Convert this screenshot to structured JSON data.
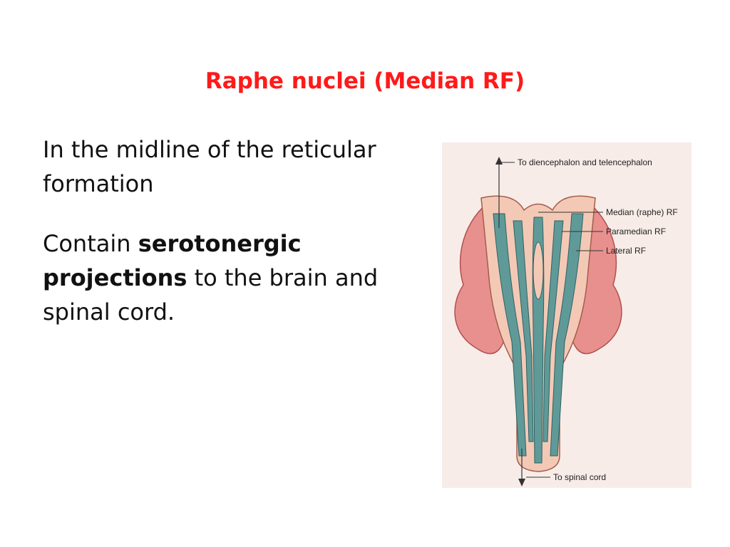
{
  "slide": {
    "title": "Raphe nuclei (Median RF)",
    "paragraph1": "In the midline of the reticular formation",
    "paragraph2": {
      "before": "Contain",
      "bold": "serotonergic projections",
      "after": "to the brain and spinal cord."
    }
  },
  "figure": {
    "labels": {
      "top": "To diencephalon and telencephalon",
      "median": "Median (raphe) RF",
      "paramedian": "Paramedian RF",
      "lateral": "Lateral RF",
      "bottom": "To spinal cord"
    },
    "colors": {
      "brainstem_fill": "#f3c9b6",
      "outer_fill": "#e8908e",
      "rf_columns": "#5f9a99",
      "background_tint": "#f7ece8"
    }
  }
}
